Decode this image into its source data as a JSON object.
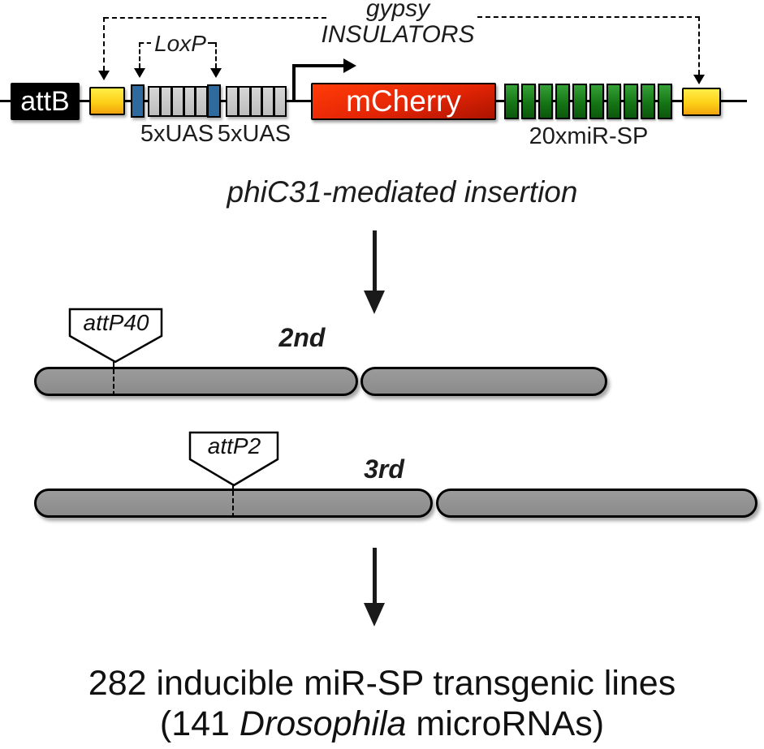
{
  "construct": {
    "attb_label": "attB",
    "loxp_label": "LoxP",
    "insulator_label_line1": "gypsy",
    "insulator_label_line2": "INSULATORS",
    "uas_label_1": "5xUAS",
    "uas_label_2": "5xUAS",
    "mcherry_label": "mCherry",
    "mir_sp_label": "20xmiR-SP",
    "colors": {
      "insulator_yellow": "#FDD018",
      "loxp_site_blue": "#2E6A9E",
      "uas_gray": "#C9C9C9",
      "mcherry_red": "#E42505",
      "mir_sp_green": "#157515",
      "chromosome_gray": "#909090"
    }
  },
  "insertion": {
    "caption": "phiC31-mediated insertion"
  },
  "chromosomes": {
    "second": {
      "site_label": "attP40",
      "name": "2nd"
    },
    "third": {
      "site_label": "attP2",
      "name": "3rd"
    }
  },
  "summary": {
    "line1": "282 inducible miR-SP transgenic lines",
    "line2_prefix": "(141 ",
    "line2_italic": "Drosophila",
    "line2_suffix": " microRNAs)"
  }
}
